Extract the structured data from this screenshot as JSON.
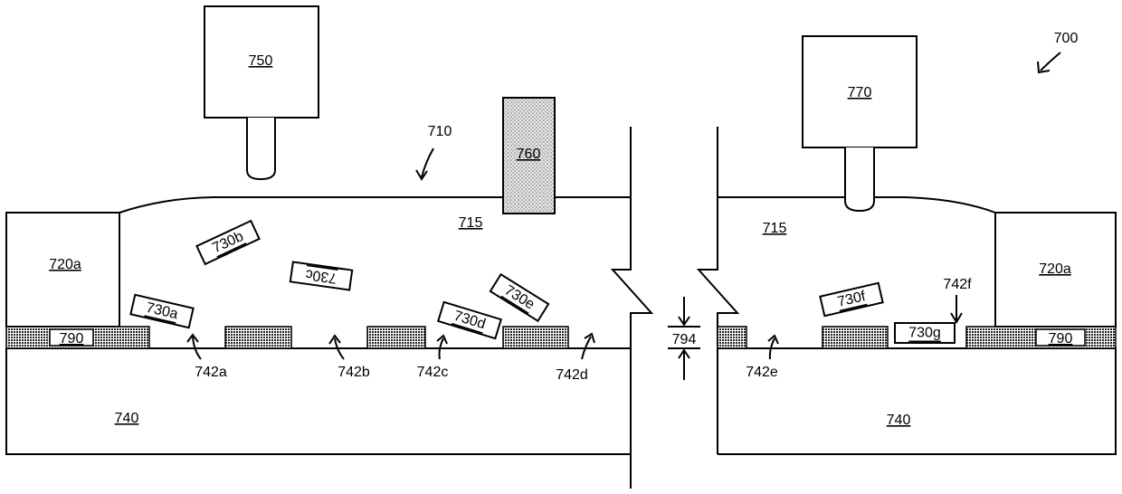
{
  "figure_label": "700",
  "labels": {
    "device": "710",
    "chamber_left": "715",
    "chamber_right": "715",
    "side_block_left": "720a",
    "side_block_right": "720a",
    "part_a": "730a",
    "part_b": "730b",
    "part_c": "730c",
    "part_d": "730d",
    "part_e": "730e",
    "part_f": "730f",
    "part_g": "730g",
    "base_left": "740",
    "base_right": "740",
    "gap_a": "742a",
    "gap_b": "742b",
    "gap_c": "742c",
    "gap_d": "742d",
    "gap_e": "742e",
    "gap_f": "742f",
    "box_750": "750",
    "box_760": "760",
    "box_770": "770",
    "strip_left": "790",
    "strip_right": "790",
    "thickness": "794"
  },
  "colors": {
    "line": "#000000",
    "fill": "#ffffff",
    "hatch": "#333333",
    "dots": "#9a9a9a"
  }
}
